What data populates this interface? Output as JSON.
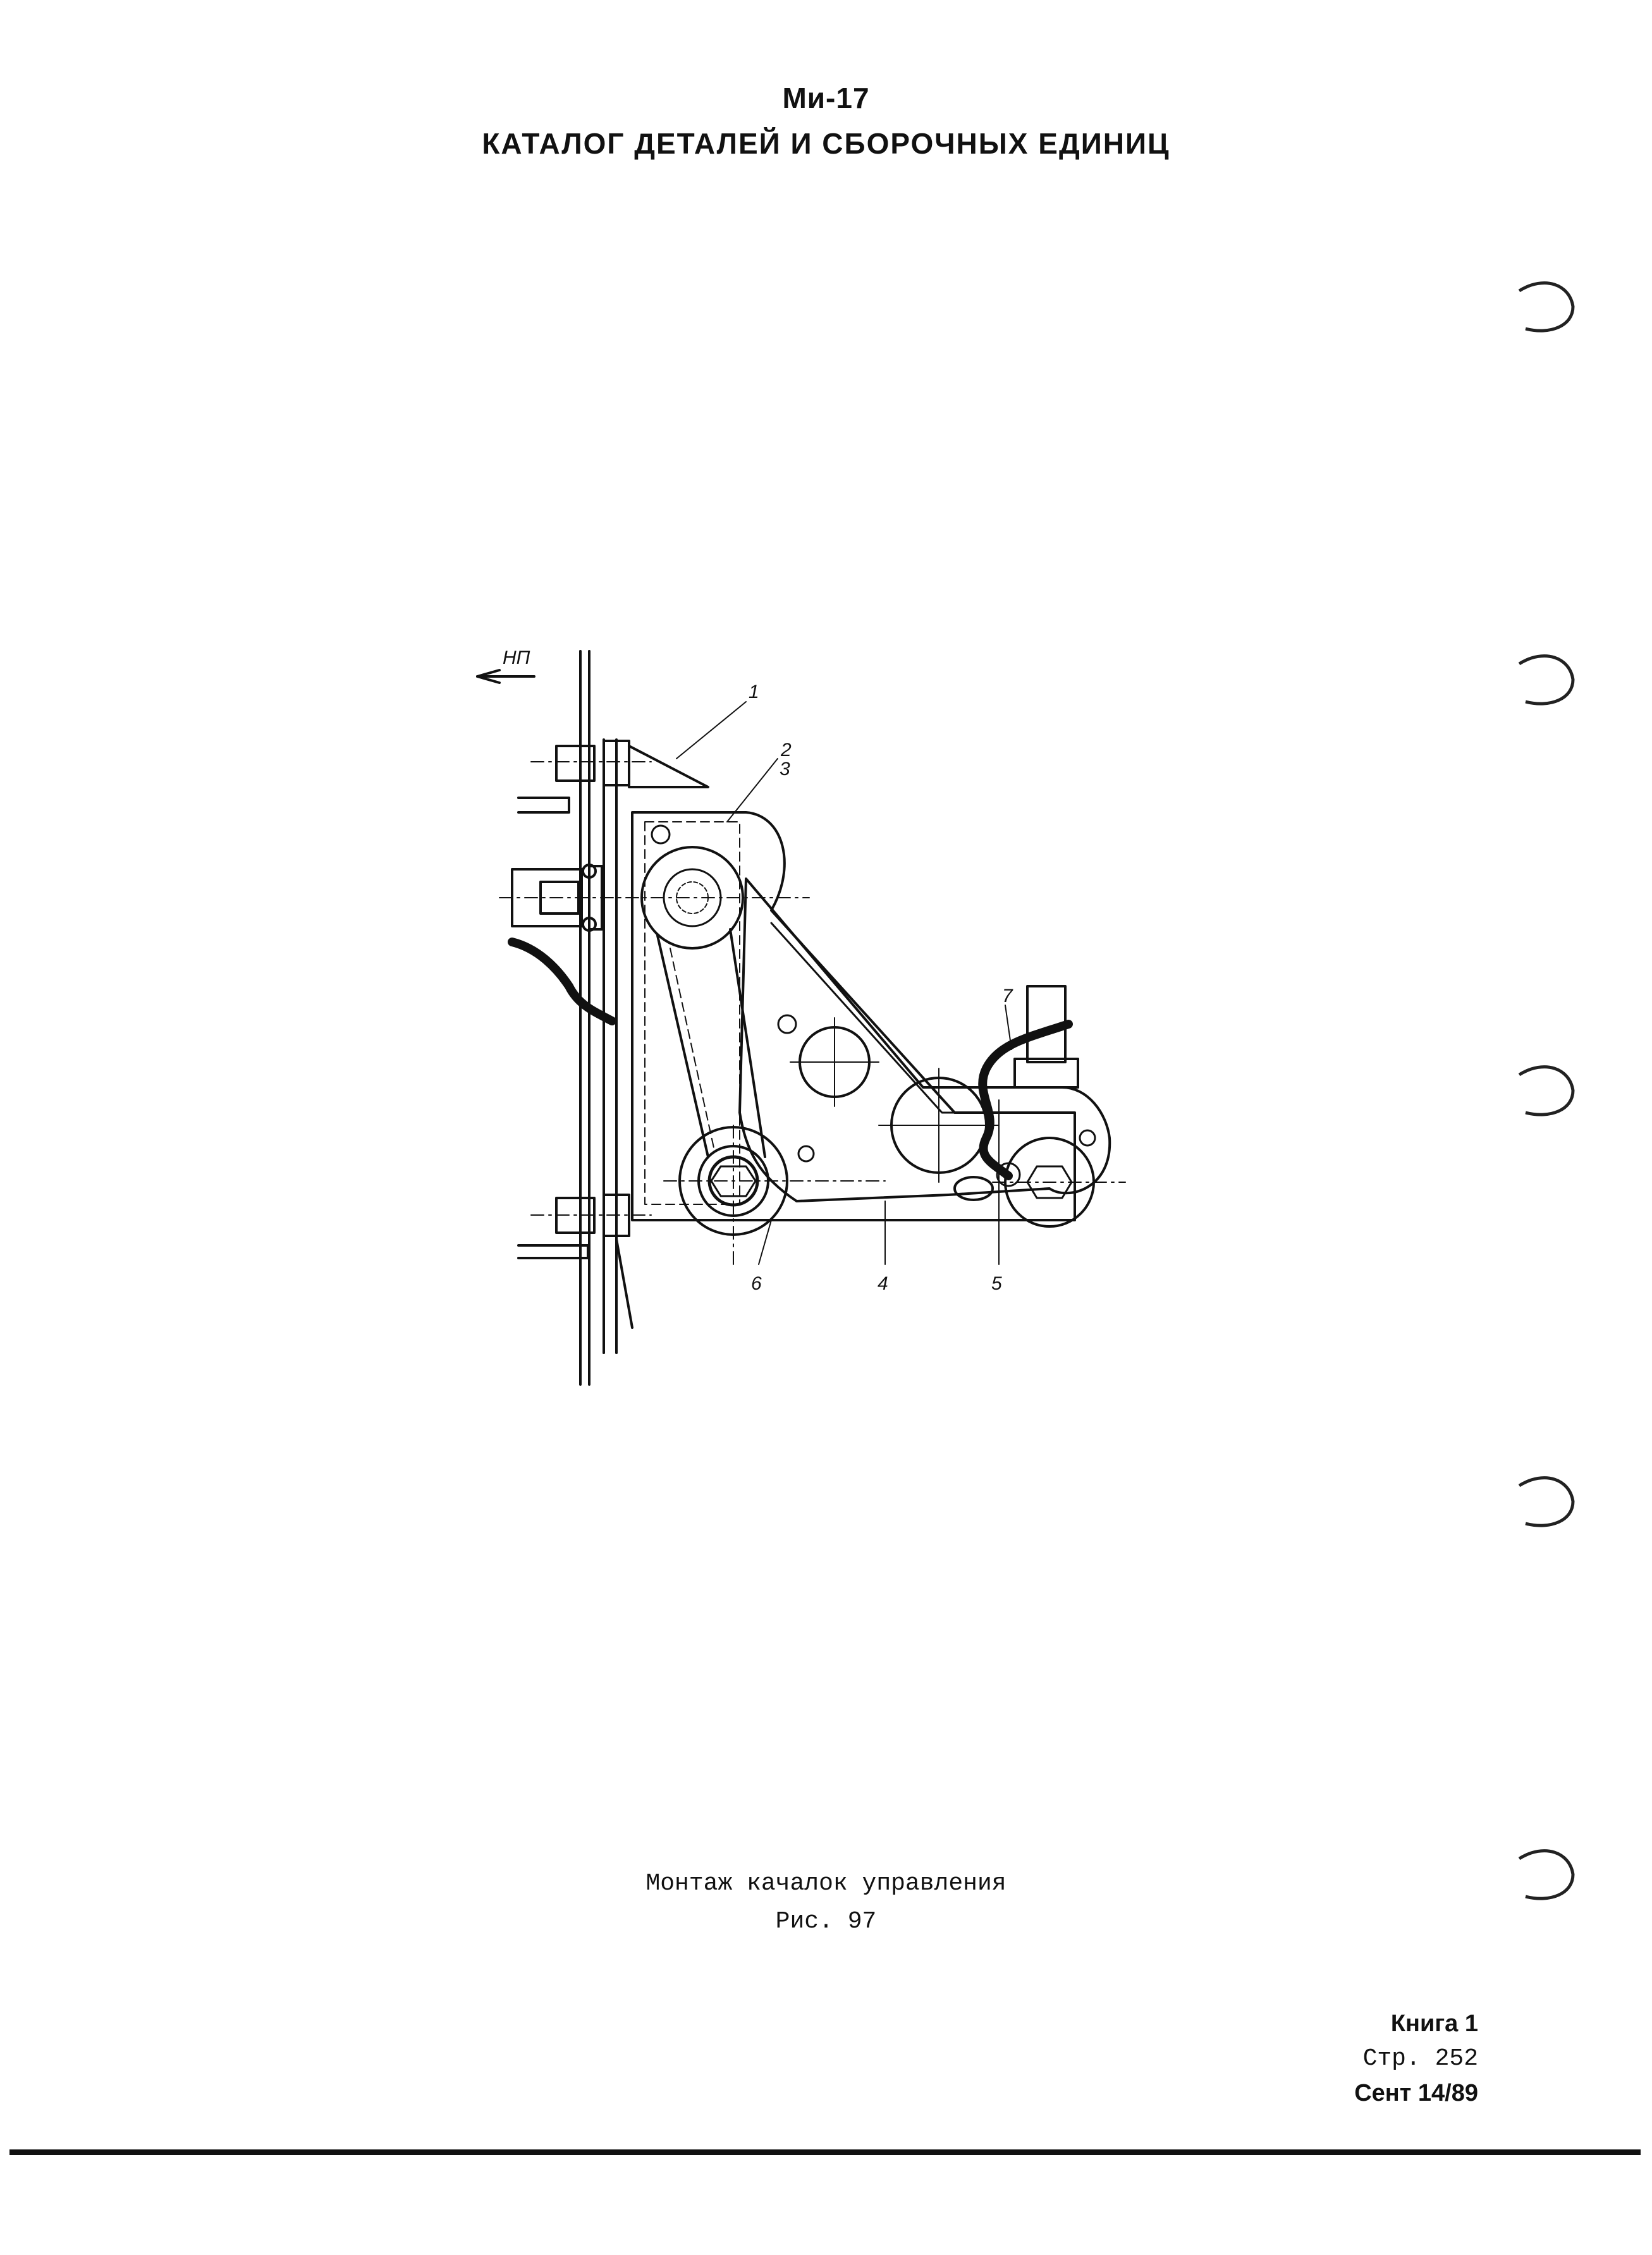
{
  "header": {
    "model": "Ми-17",
    "title": "КАТАЛОГ ДЕТАЛЕЙ И СБОРОЧНЫХ ЕДИНИЦ"
  },
  "drawing": {
    "direction_label": "НП",
    "callouts": [
      "1",
      "2",
      "3",
      "4",
      "5",
      "6",
      "7"
    ]
  },
  "caption": {
    "title": "Монтаж качалок управления",
    "figure": "Рис. 97"
  },
  "footer": {
    "book": "Книга 1",
    "page": "Стр. 252",
    "date": "Сент 14/89"
  }
}
